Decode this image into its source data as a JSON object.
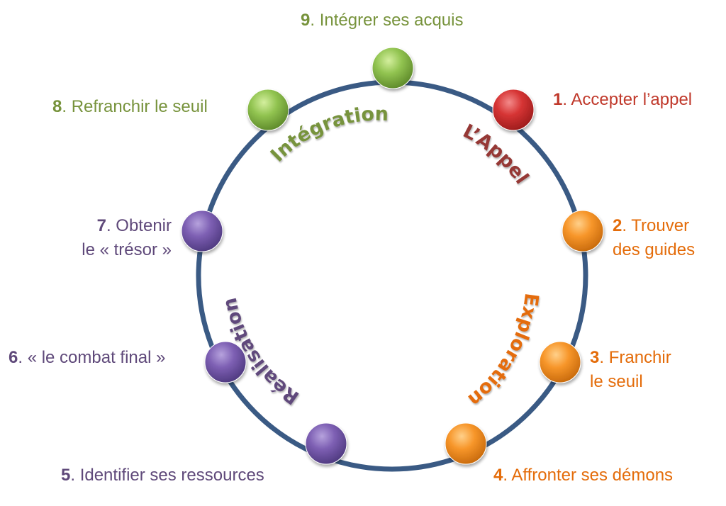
{
  "diagram": {
    "phases": [
      {
        "id": "integration",
        "title": "Intégration",
        "color": "#77933c"
      },
      {
        "id": "appel",
        "title": "L’Appel",
        "color": "#953735"
      },
      {
        "id": "exploration",
        "title": "Exploration",
        "color": "#e46c0a"
      },
      {
        "id": "realisation",
        "title": "Réalisation",
        "color": "#604a7b"
      }
    ],
    "steps": [
      {
        "num": "1",
        "line1": ". Accepter l’appel",
        "line2": "",
        "color": "#c0392b",
        "node_color": "#d63434"
      },
      {
        "num": "2",
        "line1": ". Trouver",
        "line2": "des guides",
        "color": "#e46c0a",
        "node_color": "#f79a2e"
      },
      {
        "num": "3",
        "line1": ". Franchir",
        "line2": "le seuil",
        "color": "#e46c0a",
        "node_color": "#f79a2e"
      },
      {
        "num": "4",
        "line1": ". Affronter ses démons",
        "line2": "",
        "color": "#e46c0a",
        "node_color": "#f79a2e"
      },
      {
        "num": "5",
        "line1": ". Identifier ses ressources",
        "line2": "",
        "color": "#5f497a",
        "node_color": "#7c5fb0"
      },
      {
        "num": "6",
        "line1": ". « le combat final »",
        "line2": "",
        "color": "#5f497a",
        "node_color": "#7c5fb0"
      },
      {
        "num": "7",
        "line1": ". Obtenir",
        "line2": "le « trésor »",
        "color": "#5f497a",
        "node_color": "#7c5fb0"
      },
      {
        "num": "8",
        "line1": ". Refranchir le seuil",
        "line2": "",
        "color": "#77933c",
        "node_color": "#92c451"
      },
      {
        "num": "9",
        "line1": ". Intégrer ses acquis",
        "line2": "",
        "color": "#77933c",
        "node_color": "#92c451"
      }
    ],
    "ring_color": "#3a5a84"
  }
}
